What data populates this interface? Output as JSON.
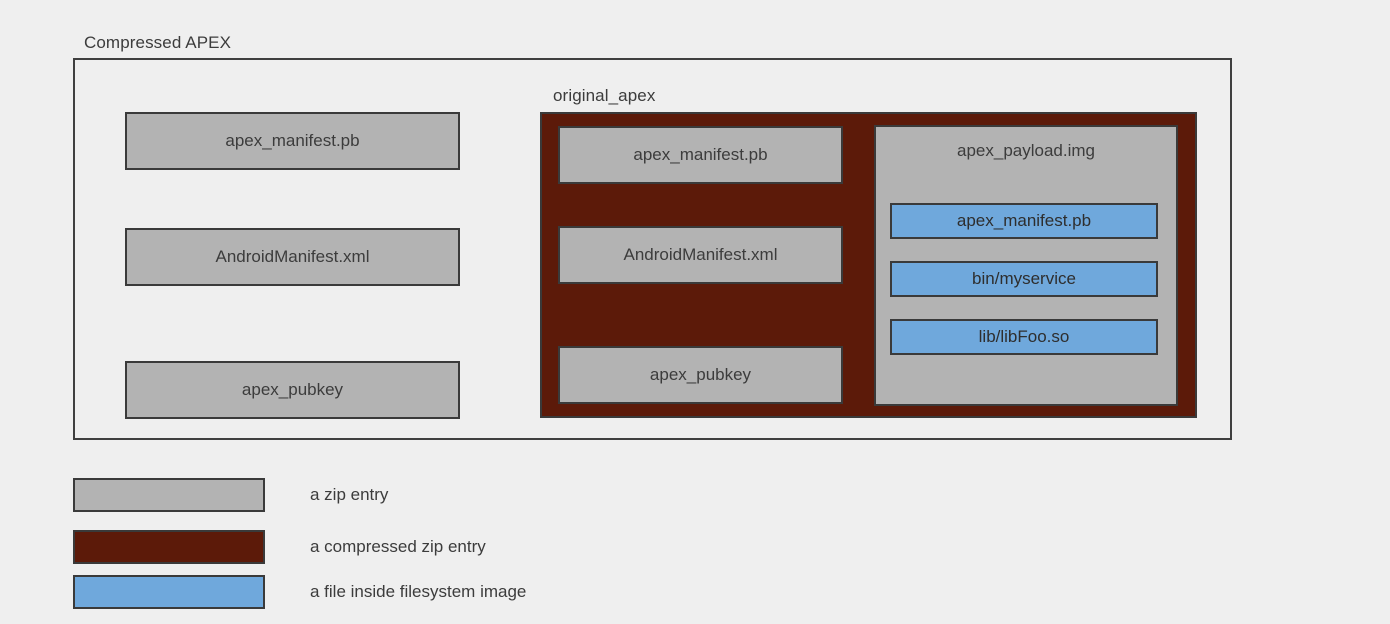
{
  "diagram": {
    "title": "Compressed APEX",
    "colors": {
      "zip_entry": "#b3b3b3",
      "compressed_zip_entry": "#5c1a09",
      "filesystem_file": "#6fa8dc",
      "background": "#efefef",
      "stroke": "#3a3a3a"
    },
    "outer_container": {
      "label": "Compressed APEX",
      "entries": [
        {
          "label": "apex_manifest.pb",
          "kind": "zip-entry"
        },
        {
          "label": "AndroidManifest.xml",
          "kind": "zip-entry"
        },
        {
          "label": "apex_pubkey",
          "kind": "zip-entry"
        }
      ]
    },
    "compressed_container": {
      "label": "original_apex",
      "kind": "compressed-zip-entry",
      "entries": [
        {
          "label": "apex_manifest.pb",
          "kind": "zip-entry"
        },
        {
          "label": "AndroidManifest.xml",
          "kind": "zip-entry"
        },
        {
          "label": "apex_pubkey",
          "kind": "zip-entry"
        }
      ],
      "payload": {
        "label": "apex_payload.img",
        "kind": "zip-entry",
        "files": [
          {
            "label": "apex_manifest.pb",
            "kind": "filesystem-file"
          },
          {
            "label": "bin/myservice",
            "kind": "filesystem-file"
          },
          {
            "label": "lib/libFoo.so",
            "kind": "filesystem-file"
          }
        ]
      }
    },
    "legend": {
      "items": [
        {
          "swatch": "#b3b3b3",
          "label": "a zip entry"
        },
        {
          "swatch": "#5c1a09",
          "label": "a compressed zip entry"
        },
        {
          "swatch": "#6fa8dc",
          "label": "a file inside filesystem image"
        }
      ]
    }
  }
}
